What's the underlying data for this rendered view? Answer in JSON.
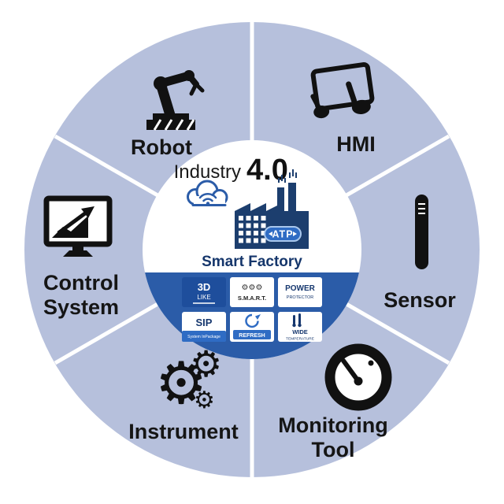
{
  "title": {
    "word": "Industry",
    "version": "4.0"
  },
  "center": {
    "caption": "Smart Factory",
    "factory_badge": "ATP",
    "badges": [
      {
        "line1": "3D",
        "line2": "LIKE"
      },
      {
        "line1": "S.M.A.R.T."
      },
      {
        "line1": "POWER",
        "line2": "PROTECTOR"
      },
      {
        "line1": "SIP",
        "line2": "System InPackage"
      },
      {
        "line1": "REFRESH"
      },
      {
        "line1": "WIDE",
        "line2": "TEMPERATURE"
      }
    ]
  },
  "segments": [
    {
      "id": "robot",
      "label": "Robot",
      "icon": "robot-arm-icon"
    },
    {
      "id": "hmi",
      "label": "HMI",
      "icon": "hands-tablet-icon"
    },
    {
      "id": "sensor",
      "label": "Sensor",
      "icon": "sensor-probe-icon"
    },
    {
      "id": "monitoring-tool",
      "label_line1": "Monitoring",
      "label_line2": "Tool",
      "icon": "gauge-icon"
    },
    {
      "id": "instrument",
      "label": "Instrument",
      "icon": "gears-icon"
    },
    {
      "id": "control-system",
      "label_line1": "Control",
      "label_line2": "System",
      "icon": "monitor-chart-icon"
    }
  ],
  "icons": {
    "gear": "⚙",
    "gear_row": "⚙⚙⚙"
  },
  "colors": {
    "ring": "#b6c0dc",
    "band": "#2b5ca8",
    "badge_blue": "#1e4e9c",
    "factory_navy": "#1c3e6e",
    "atp_fill": "#2f6cc4",
    "caption_navy": "#15366b",
    "icon_black": "#111111"
  }
}
